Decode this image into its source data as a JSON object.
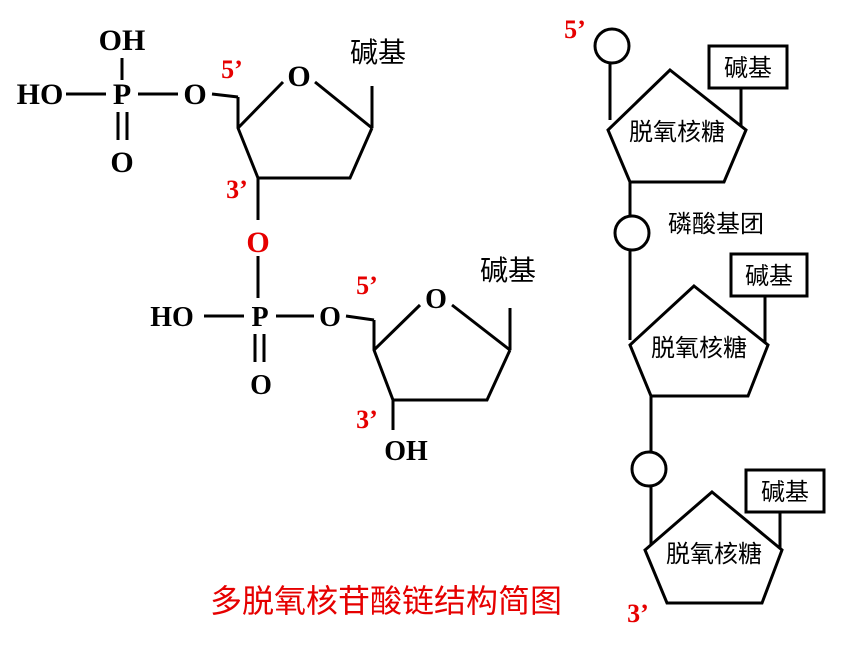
{
  "chemical": {
    "unit1": {
      "oh_top": "OH",
      "ho_left": "HO",
      "p": "P",
      "o_link": "O",
      "o_bottom": "O",
      "ring_o": "O",
      "base": "碱基",
      "five_prime": "5’",
      "three_prime": "3’"
    },
    "bridge_o": "O",
    "unit2": {
      "ho_left": "HO",
      "p": "P",
      "o_link": "O",
      "o_bottom": "O",
      "ring_o": "O",
      "base": "碱基",
      "five_prime": "5’",
      "three_prime": "3’",
      "oh_bottom": "OH"
    }
  },
  "schematic": {
    "five_prime": "5’",
    "three_prime": "3’",
    "phosphate_label": "磷酸基团",
    "sugar_label": "脱氧核糖",
    "base_label": "碱基"
  },
  "title": "多脱氧核苷酸链结构简图",
  "colors": {
    "accent_red": "#e60000",
    "line": "#000000"
  }
}
